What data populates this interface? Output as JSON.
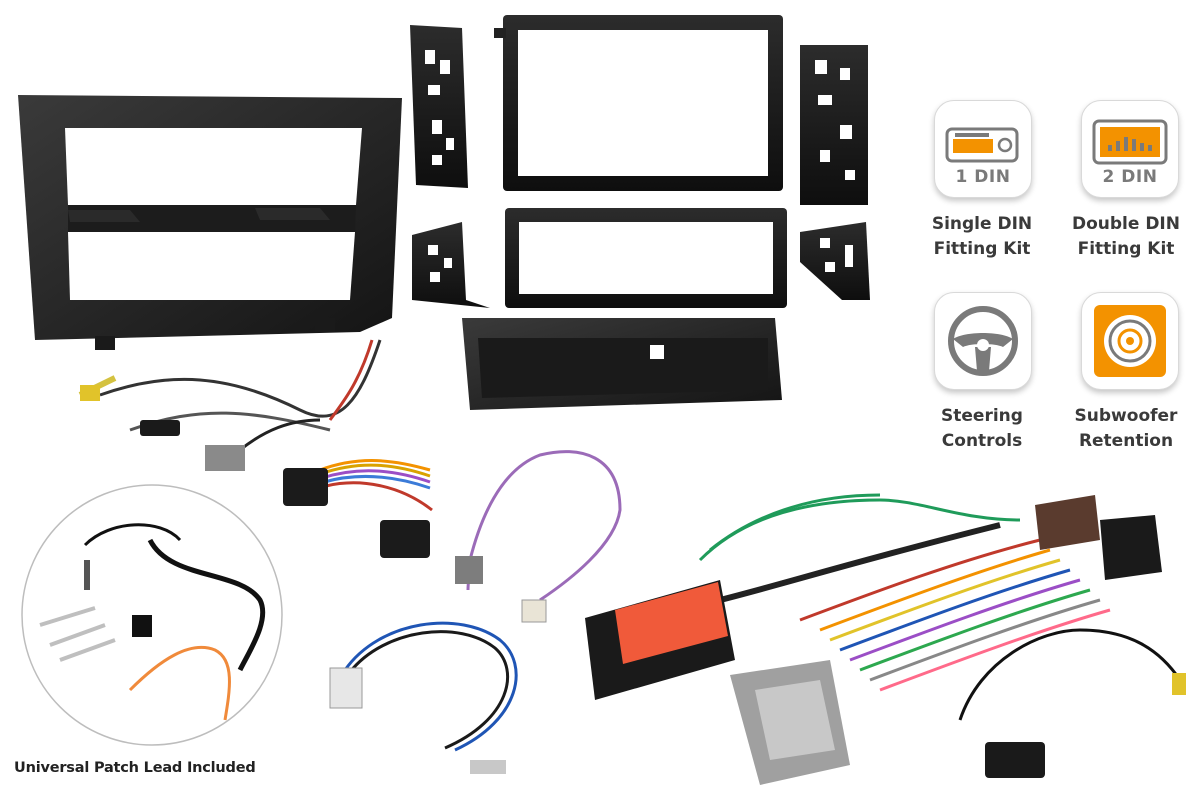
{
  "features": [
    {
      "key": "single_din",
      "icon": "single-din-radio-icon",
      "badge": "1 DIN",
      "caption_line1": "Single DIN",
      "caption_line2": "Fitting Kit"
    },
    {
      "key": "double_din",
      "icon": "double-din-radio-icon",
      "badge": "2 DIN",
      "caption_line1": "Double DIN",
      "caption_line2": "Fitting Kit"
    },
    {
      "key": "steering",
      "icon": "steering-wheel-icon",
      "badge": "",
      "caption_line1": "Steering",
      "caption_line2": "Controls"
    },
    {
      "key": "subwoofer",
      "icon": "subwoofer-speaker-icon",
      "badge": "",
      "caption_line1": "Subwoofer",
      "caption_line2": "Retention"
    }
  ],
  "patch_lead": {
    "caption": "Universal Patch Lead Included"
  },
  "colors": {
    "accent_orange": "#f39200",
    "icon_grey": "#7a7a7a",
    "panel_black": "#1e1e1e",
    "caption_text": "#3a3a3a"
  }
}
